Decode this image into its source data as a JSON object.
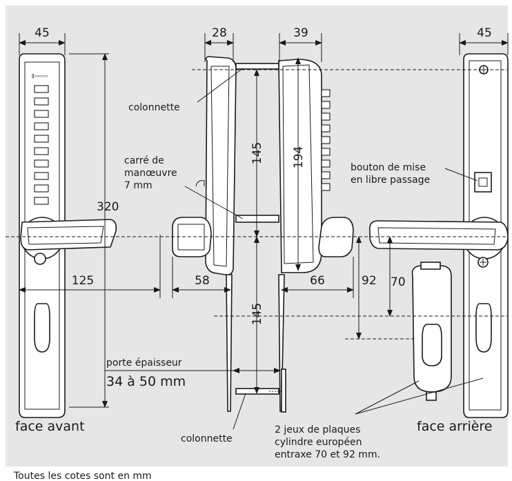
{
  "colors": {
    "panel": "#e6e6e6",
    "ink": "#1a1a1a",
    "part": "#ffffff"
  },
  "dimensions": {
    "front_width": "45",
    "side_left_width": "28",
    "side_right_width": "39",
    "back_width": "45",
    "height_total": "320",
    "height_upper": "145",
    "height_lower": "145",
    "height_keypad": "194",
    "handle_length": "125",
    "projection_left": "58",
    "projection_right": "66",
    "entraxe_92": "92",
    "entraxe_70": "70"
  },
  "labels": {
    "colonnette_top": "colonnette",
    "colonnette_bottom": "colonnette",
    "carre_line1": "carré de",
    "carre_line2": "manœuvre",
    "carre_line3": "7 mm",
    "bouton_line1": "bouton de mise",
    "bouton_line2": "en libre passage",
    "porte_line1": "porte épaisseur",
    "porte_line2": "34 à 50 mm",
    "face_avant": "face avant",
    "face_arriere": "face arrière",
    "plaques_line1": "2 jeux de plaques",
    "plaques_line2": "cylindre européen",
    "plaques_line3": "entraxe 70 et 92 mm.",
    "footnote": "Toutes les cotes sont en mm"
  },
  "icons": [
    "arrowhead-icon",
    "screw-icon",
    "key-button-icon"
  ]
}
